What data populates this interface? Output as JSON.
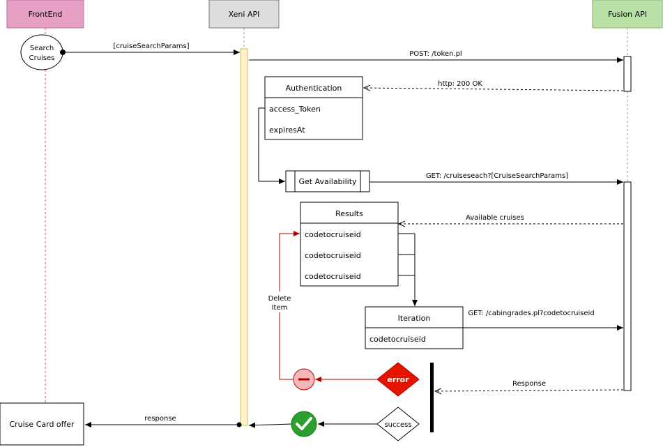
{
  "participants": {
    "frontend": {
      "label": "FrontEnd",
      "color": "#e6a0c4"
    },
    "xeni": {
      "label": "Xeni API",
      "color": "#dddddd"
    },
    "fusion": {
      "label": "Fusion API",
      "color": "#b9e0a5"
    }
  },
  "messages": {
    "cruise_search_params": "[cruiseSearchParams]",
    "post_token": "POST: /token.pl",
    "http_ok": "http: 200 OK",
    "get_cruisesearch": "GET: /cruiseseach?[CruiseSearchParams]",
    "available_cruises": "Available cruises",
    "get_cabingrades": "GET: /cabingrades.pl?codetocruiseid",
    "response_in": "Response",
    "response_out": "response",
    "delete_item_1": "Delete",
    "delete_item_2": "Item"
  },
  "start_node": {
    "line1": "Search",
    "line2": "Cruises"
  },
  "authentication": {
    "title": "Authentication",
    "fields": [
      "access_Token",
      "expiresAt"
    ]
  },
  "get_availability": {
    "label": "Get Availability"
  },
  "results": {
    "title": "Results",
    "rows": [
      "codetocruiseid",
      "codetocruiseid",
      "codetocruiseid"
    ]
  },
  "iteration": {
    "title": "Iteration",
    "field": "codetocruiseid"
  },
  "decisions": {
    "error": "error",
    "success": "success"
  },
  "end_box": {
    "label": "Cruise Card offer"
  },
  "colors": {
    "error_red": "#e51400",
    "success_green": "#2d9f2d",
    "delete_red": "#b20000",
    "activation": "#fff2cc"
  }
}
